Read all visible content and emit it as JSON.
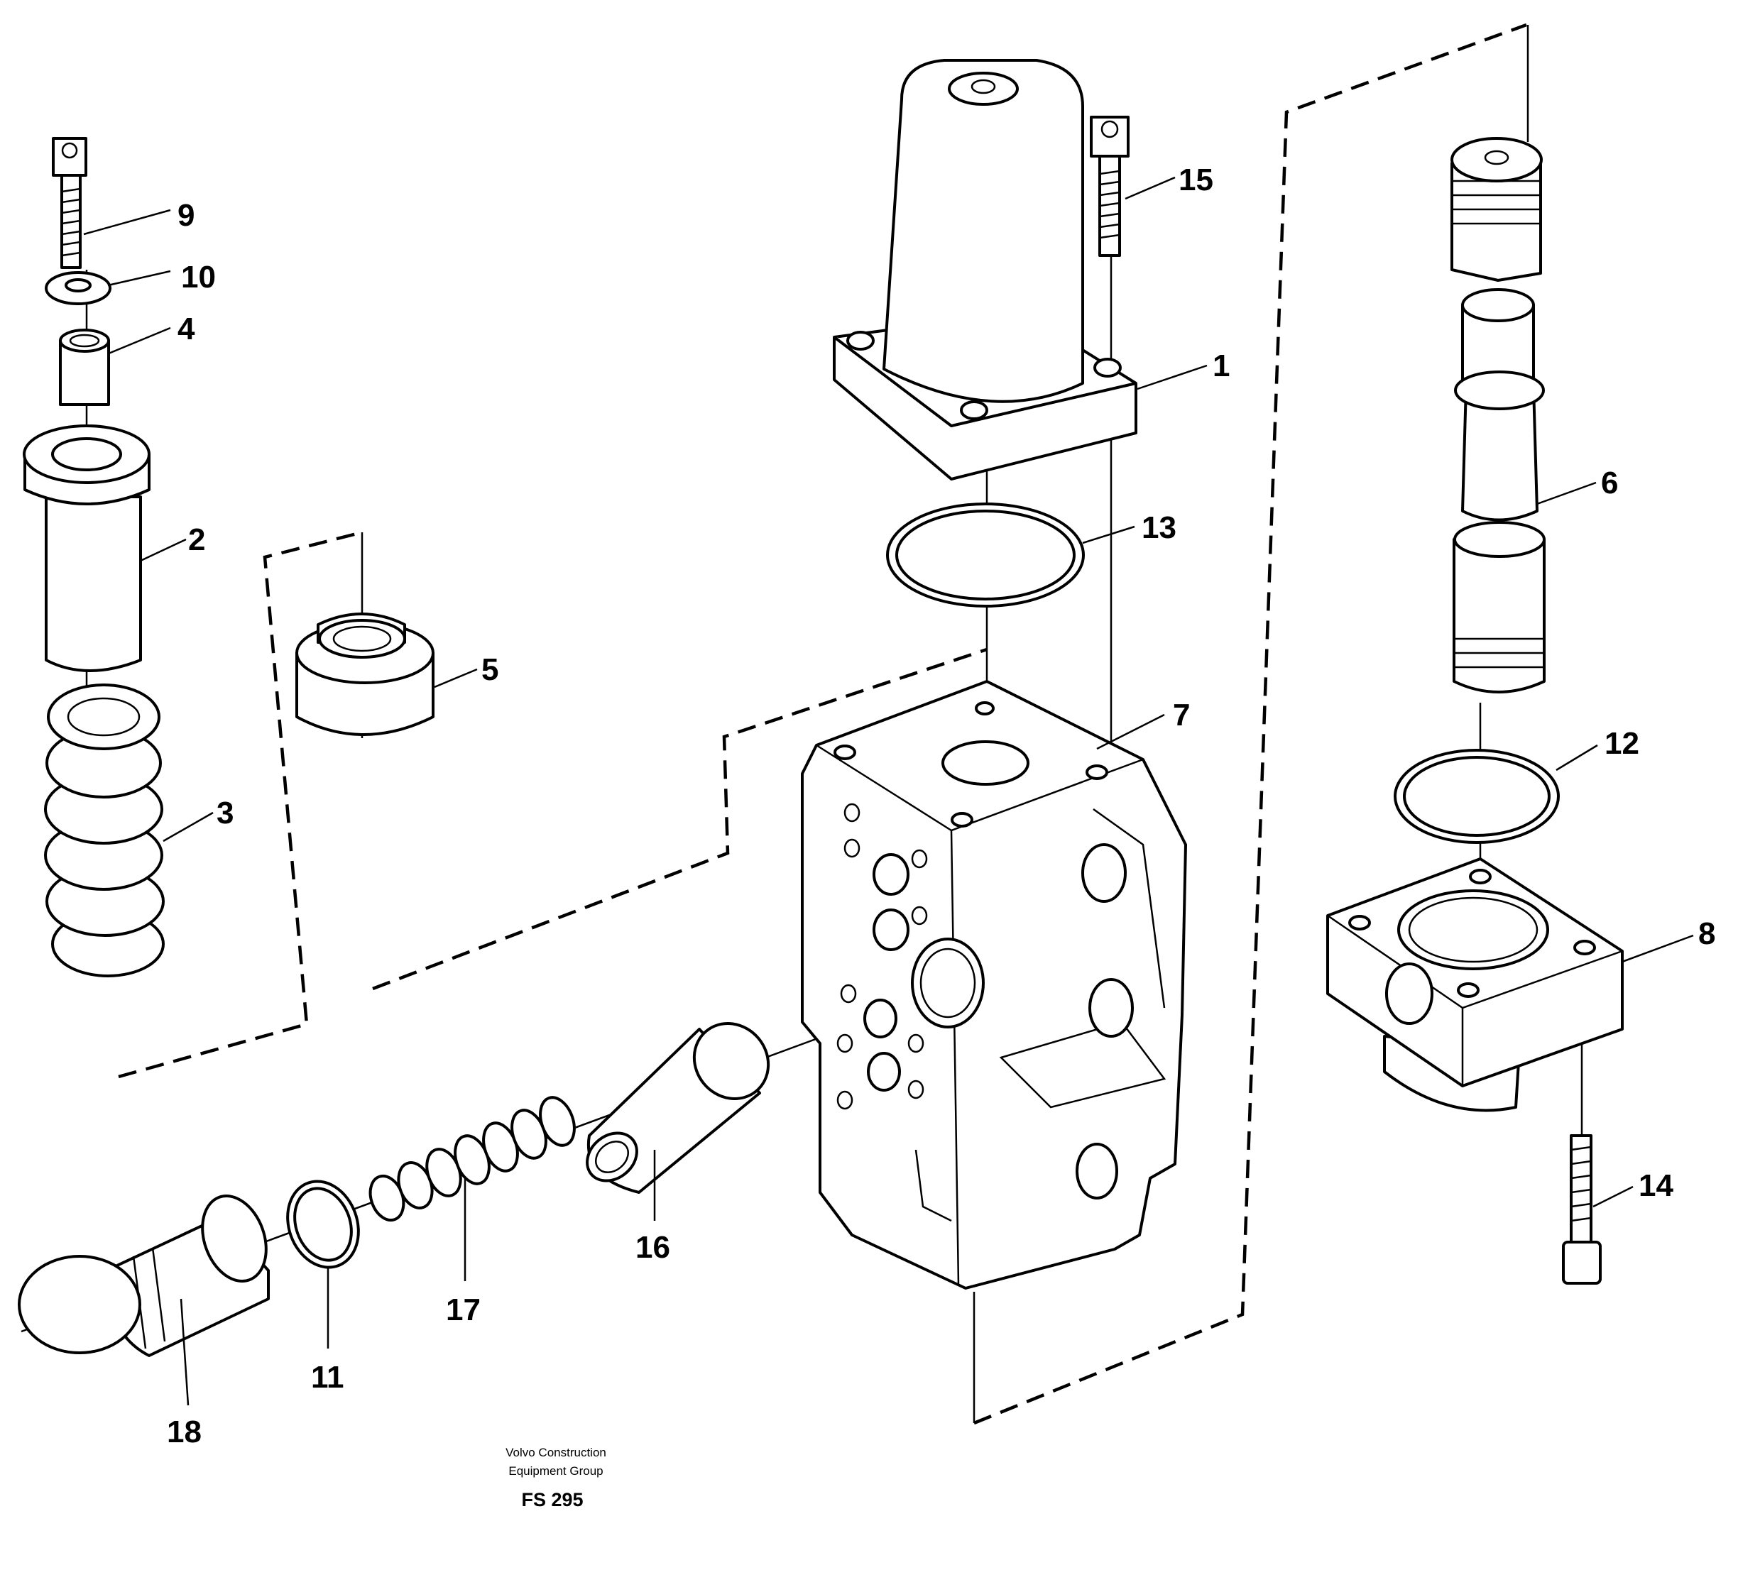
{
  "diagram": {
    "callouts": {
      "c1": "1",
      "c2": "2",
      "c3": "3",
      "c4": "4",
      "c5": "5",
      "c6": "6",
      "c7": "7",
      "c8": "8",
      "c9": "9",
      "c10": "10",
      "c11": "11",
      "c12": "12",
      "c13": "13",
      "c14": "14",
      "c15": "15",
      "c16": "16",
      "c17": "17",
      "c18": "18"
    },
    "caption": {
      "line1": "Volvo Construction",
      "line2": "Equipment Group",
      "code": "FS 295"
    }
  }
}
